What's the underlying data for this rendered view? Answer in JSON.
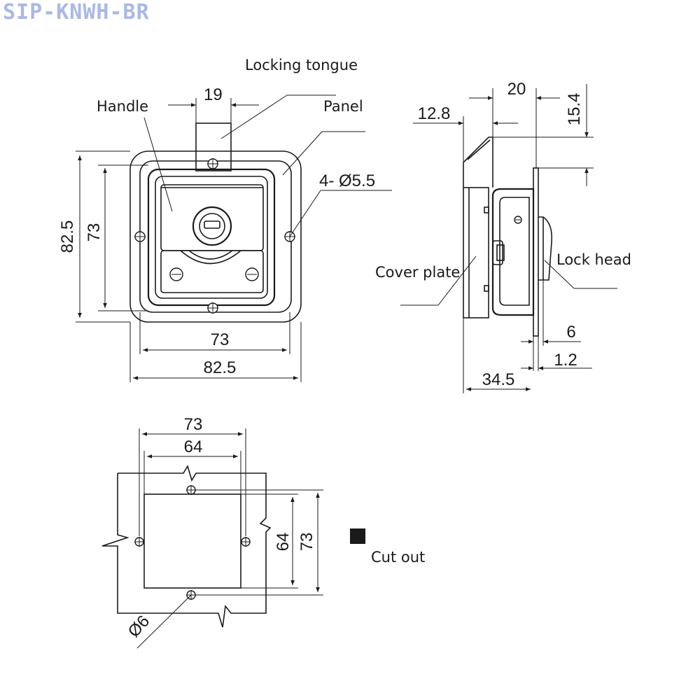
{
  "watermark": "SIP-KNWH-BR",
  "front_view": {
    "labels": {
      "locking_tongue": "Locking tongue",
      "handle": "Handle",
      "panel": "Panel",
      "holes": "4- Ø5.5"
    },
    "dims": {
      "tongue_width": "19",
      "outer_height": "82.5",
      "inner_height": "73",
      "inner_width": "73",
      "outer_width": "82.5"
    }
  },
  "side_view": {
    "labels": {
      "cover_plate": "Cover plate",
      "lock_head": "Lock head"
    },
    "dims": {
      "top_width": "20",
      "offset": "12.8",
      "height": "15.4",
      "d6": "6",
      "d12": "1.2",
      "depth": "34.5"
    }
  },
  "cutout_view": {
    "legend_label": "Cut out",
    "dims": {
      "outer_width": "73",
      "inner_width": "64",
      "inner_height": "64",
      "outer_height": "73",
      "hole_dia": "Ø6"
    }
  }
}
